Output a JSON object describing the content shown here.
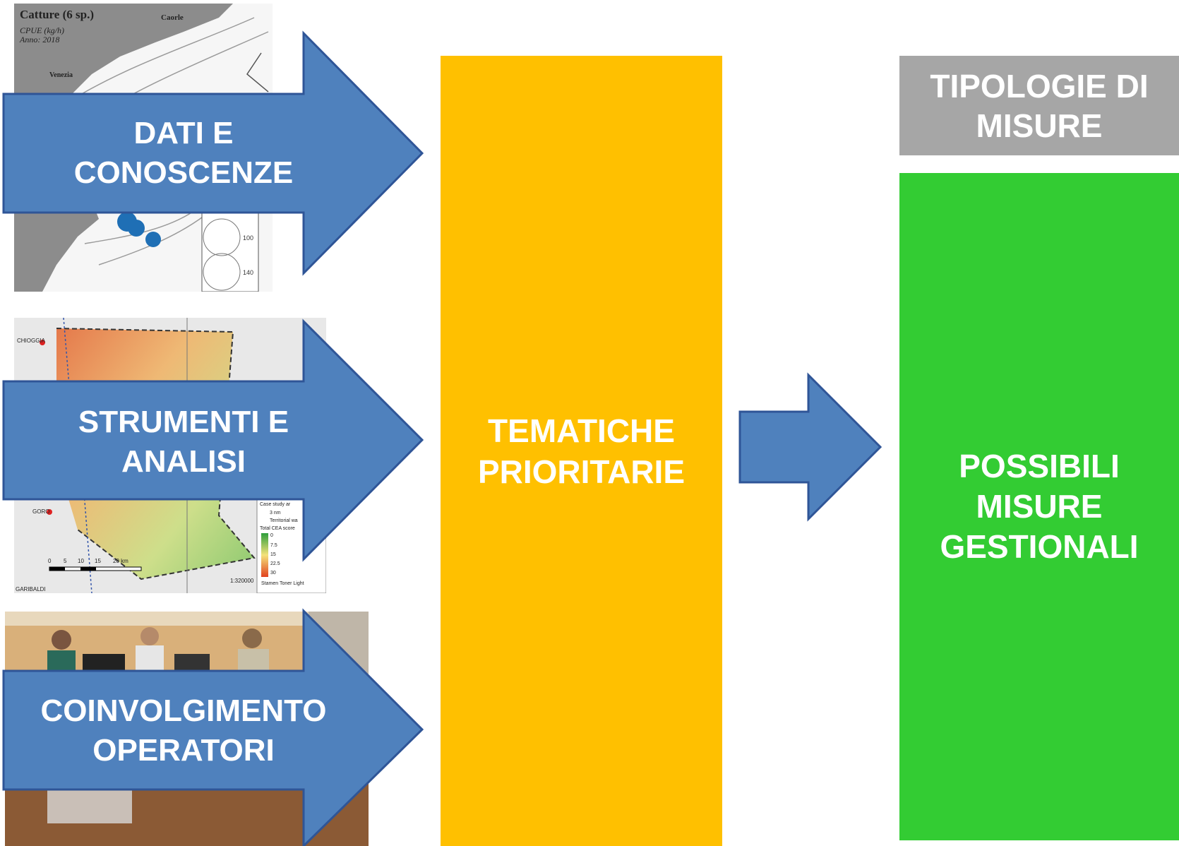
{
  "colors": {
    "arrow_fill": "#4f81bd",
    "arrow_stroke": "#2f5597",
    "yellow_box": "#ffc000",
    "green_box": "#33cc33",
    "gray_box": "#a6a6a6",
    "white_text": "#ffffff"
  },
  "map1": {
    "title": "Catture (6 sp.)",
    "unit": "CPUE (kg/h)",
    "year": "Anno: 2018",
    "place_caorle": "Caorle",
    "place_venezia": "Venezia",
    "legend_100": "100",
    "legend_140": "140"
  },
  "map2": {
    "place_chioggia": "CHIOGGIA",
    "place_goro": "GORO",
    "place_bottom": "GARIBALDI",
    "legend_case": "Case study ar",
    "legend_3nm": "3 nm",
    "legend_territorial": "Territorial wa",
    "legend_cea": "Total CEA score",
    "legend_values": [
      "0",
      "7.5",
      "15",
      "22.5",
      "30"
    ],
    "scale_ticks": [
      "0",
      "5",
      "10",
      "15",
      "20 km"
    ],
    "scale_ratio": "1:320000",
    "basemap": "Stamen Toner Light"
  },
  "arrows": {
    "dati_line1": "DATI E",
    "dati_line2": "CONOSCENZE",
    "strumenti_line1": "STRUMENTI E",
    "strumenti_line2": "ANALISI",
    "coinvolgimento_line1": "COINVOLGIMENTO",
    "coinvolgimento_line2": "OPERATORI"
  },
  "center_box": {
    "line1": "TEMATICHE",
    "line2": "PRIORITARIE"
  },
  "header_box": {
    "line1": "TIPOLOGIE DI",
    "line2": "MISURE"
  },
  "green_box": {
    "line1": "POSSIBILI",
    "line2": "MISURE",
    "line3": "GESTIONALI"
  }
}
